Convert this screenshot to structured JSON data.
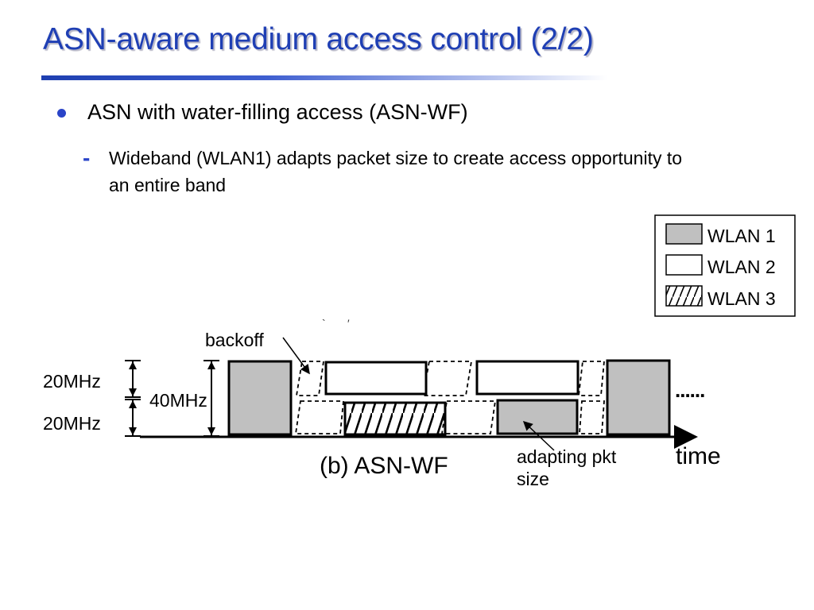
{
  "slide": {
    "title": "ASN-aware medium access control  (2/2)",
    "bullets": [
      {
        "text": "ASN with water-filling access (ASN-WF)",
        "sub": [
          {
            "text": "Wideband (WLAN1) adapts packet size to create access opportunity to an entire band"
          }
        ]
      }
    ]
  },
  "figure": {
    "caption": "(b) ASN-WF",
    "legend": [
      {
        "label": "WLAN 1",
        "fill": "#c0c0c0",
        "pattern": "solid"
      },
      {
        "label": "WLAN 2",
        "fill": "#ffffff",
        "pattern": "solid"
      },
      {
        "label": "WLAN 3",
        "fill": "#ffffff",
        "pattern": "hatched"
      }
    ],
    "labels": {
      "band_top": "20MHz",
      "band_bottom": "20MHz",
      "band_total": "40MHz",
      "backoff": "backoff",
      "time": "time",
      "continuation": "......",
      "adapting": "adapting pkt",
      "adapting_line2": "size"
    },
    "colors": {
      "wlan1": "#c0c0c0",
      "title": "#1f3fb4",
      "bullet": "#2a44c8"
    }
  }
}
